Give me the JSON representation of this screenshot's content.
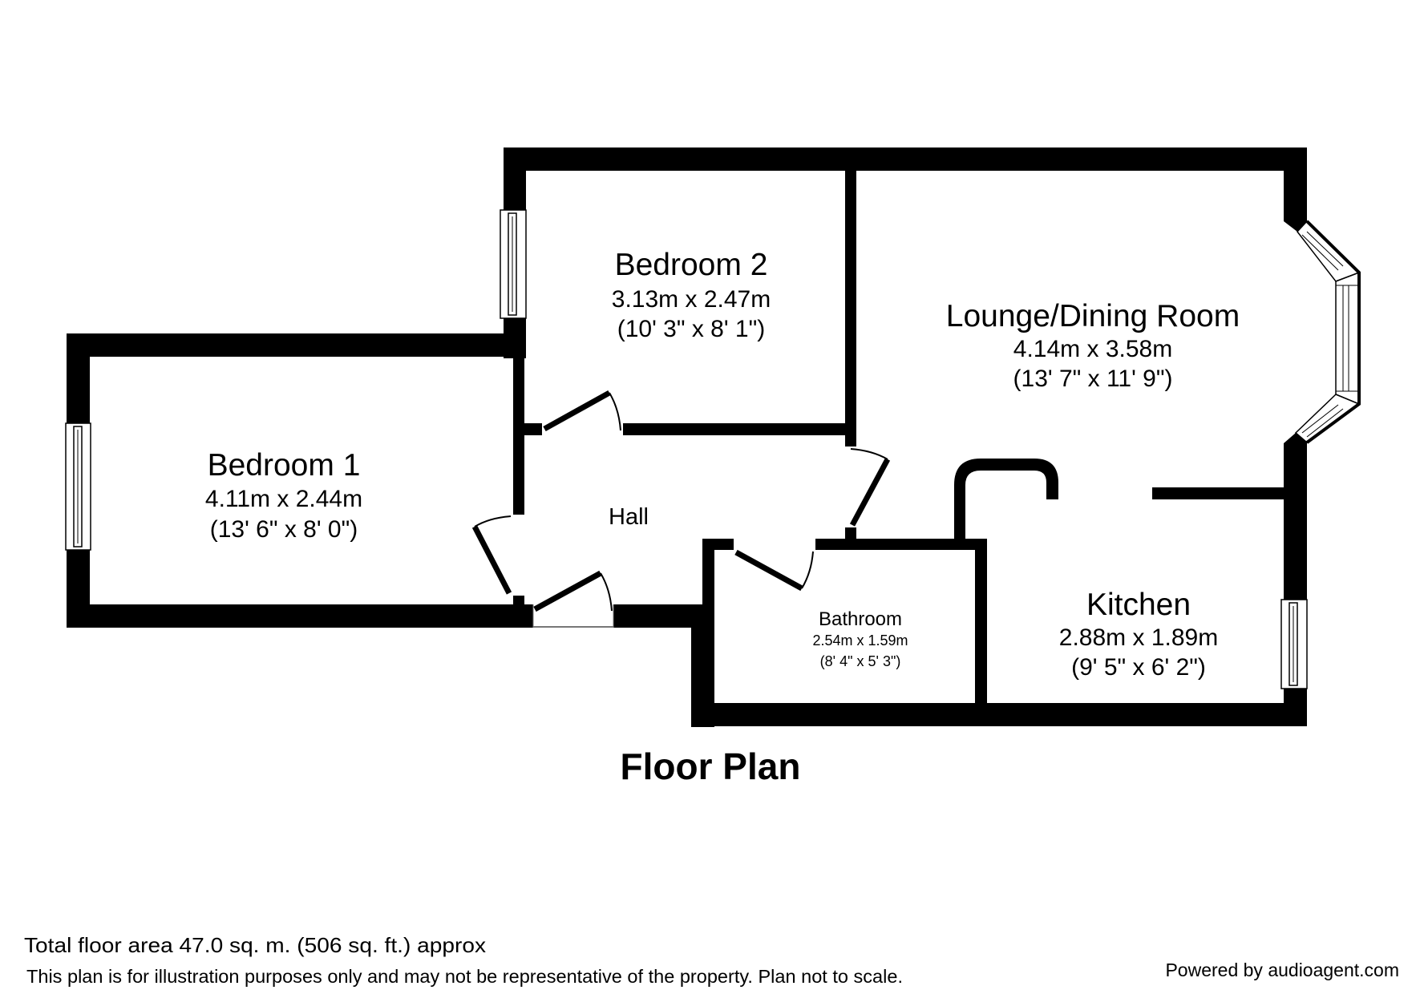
{
  "title": "Floor Plan",
  "rooms": {
    "bedroom1": {
      "name": "Bedroom 1",
      "metric": "4.11m x 2.44m",
      "imperial": "(13' 6\" x 8' 0\")"
    },
    "bedroom2": {
      "name": "Bedroom 2",
      "metric": "3.13m x 2.47m",
      "imperial": "(10' 3\" x 8' 1\")"
    },
    "lounge": {
      "name": "Lounge/Dining Room",
      "metric": "4.14m x 3.58m",
      "imperial": "(13' 7\" x 11' 9\")"
    },
    "hall": {
      "name": "Hall"
    },
    "bathroom": {
      "name": "Bathroom",
      "metric": "2.54m x 1.59m",
      "imperial": "(8' 4\" x 5' 3\")"
    },
    "kitchen": {
      "name": "Kitchen",
      "metric": "2.88m x 1.89m",
      "imperial": "(9' 5\" x 6' 2\")"
    }
  },
  "footer": {
    "total_area": "Total floor area 47.0 sq. m. (506 sq. ft.) approx",
    "disclaimer": "This plan is for illustration purposes only and may not be representative of the property. Plan not to scale.",
    "powered_by": "Powered by audioagent.com"
  },
  "colors": {
    "wall": "#000000",
    "background": "#ffffff",
    "threshold": "#777777"
  }
}
